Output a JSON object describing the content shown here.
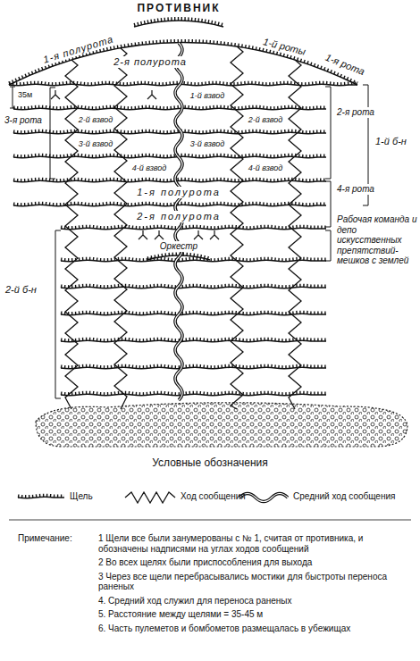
{
  "diagram": {
    "labels": [
      "ПРОТИВНИК",
      "1-я полурота",
      "1-й роты",
      "1-я рота",
      "2-я полурота",
      "35м",
      "1-й взвод",
      "2-й взвод",
      "2-й взвод",
      "3-й взвод",
      "3-й взвод",
      "4-й взвод",
      "4-й взвод",
      "3-я рота",
      "2-я рота",
      "1-й б-н",
      "1-я полурота",
      "2-я полурота",
      "4-я рота",
      "Рабочая команда и депо искусственных препятствий-мешков с землей",
      "Оркестр",
      "2-й б-н",
      "Условные обозначения",
      "Примечание:",
      "1 Щели все были занумерованы с № 1, считая от противника, и обозначены надписями на углах ходов сообщений",
      "2 Во всех щелях были приспособления для выхода",
      "3 Через все щели перебрасывались мостики для быстроты переноса раненых",
      "4. Средний ход служил для переноса раненых",
      "5. Расстояние между щелями = 35-45 м",
      "6. Часть пулеметов и бомбометов размещалась в убежищах"
    ],
    "legend": [
      {
        "text": "Щель"
      },
      {
        "text": "Ход сообщения"
      },
      {
        "text": "Средний ход сообщения"
      }
    ]
  }
}
